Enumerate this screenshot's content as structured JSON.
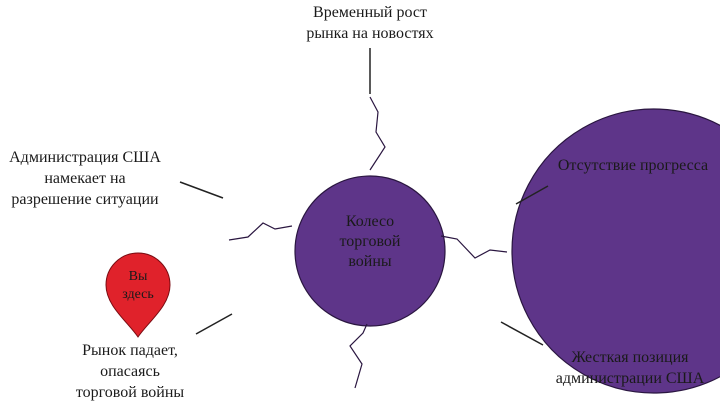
{
  "diagram": {
    "center_text": [
      "Колесо",
      "торговой",
      "войны"
    ],
    "stages": [
      {
        "id": "top",
        "lines": [
          "Временный рост",
          "рынка на новостях"
        ]
      },
      {
        "id": "right-top",
        "lines": [
          "Отсутствие прогресса"
        ]
      },
      {
        "id": "right-bottom",
        "lines": [
          "Жесткая позиция",
          "администрации США"
        ]
      },
      {
        "id": "left-bottom",
        "lines": [
          "Рынок падает,",
          "опасаясь",
          "торговой войны"
        ]
      },
      {
        "id": "left-top",
        "lines": [
          "Администрация США",
          "намекает на",
          "разрешение ситуации"
        ]
      }
    ],
    "marker": {
      "lines": [
        "Вы",
        "здесь"
      ]
    },
    "colors": {
      "ring": "#5e3589",
      "ring_stroke": "#2a1640",
      "marker": "#e0222b",
      "leader": "#222222"
    }
  }
}
